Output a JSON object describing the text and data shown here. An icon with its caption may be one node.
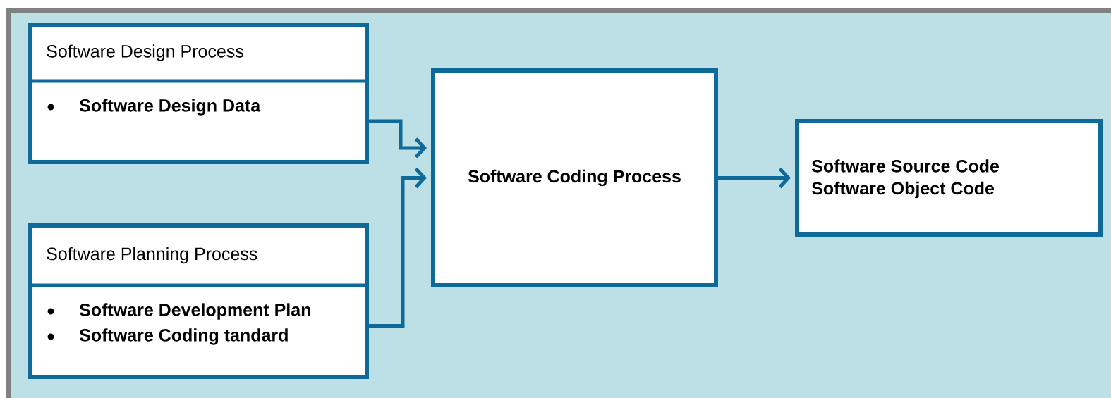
{
  "diagram": {
    "nodes": [
      {
        "text": [
          "Software Design Process",
          "Software Design Data"
        ]
      },
      {
        "text": [
          "Software Planning Process",
          "Software Development Plan",
          "Software Coding tandard"
        ]
      },
      {
        "text": [
          "Software Coding Process"
        ]
      },
      {
        "text": [
          "Software Source Code",
          "Software Object Code"
        ]
      }
    ],
    "edges": [
      {
        "from": 0,
        "to": 2,
        "arrow": "to"
      },
      {
        "from": 1,
        "to": 2,
        "arrow": "to"
      },
      {
        "from": 2,
        "to": 3,
        "arrow": "to"
      }
    ]
  }
}
